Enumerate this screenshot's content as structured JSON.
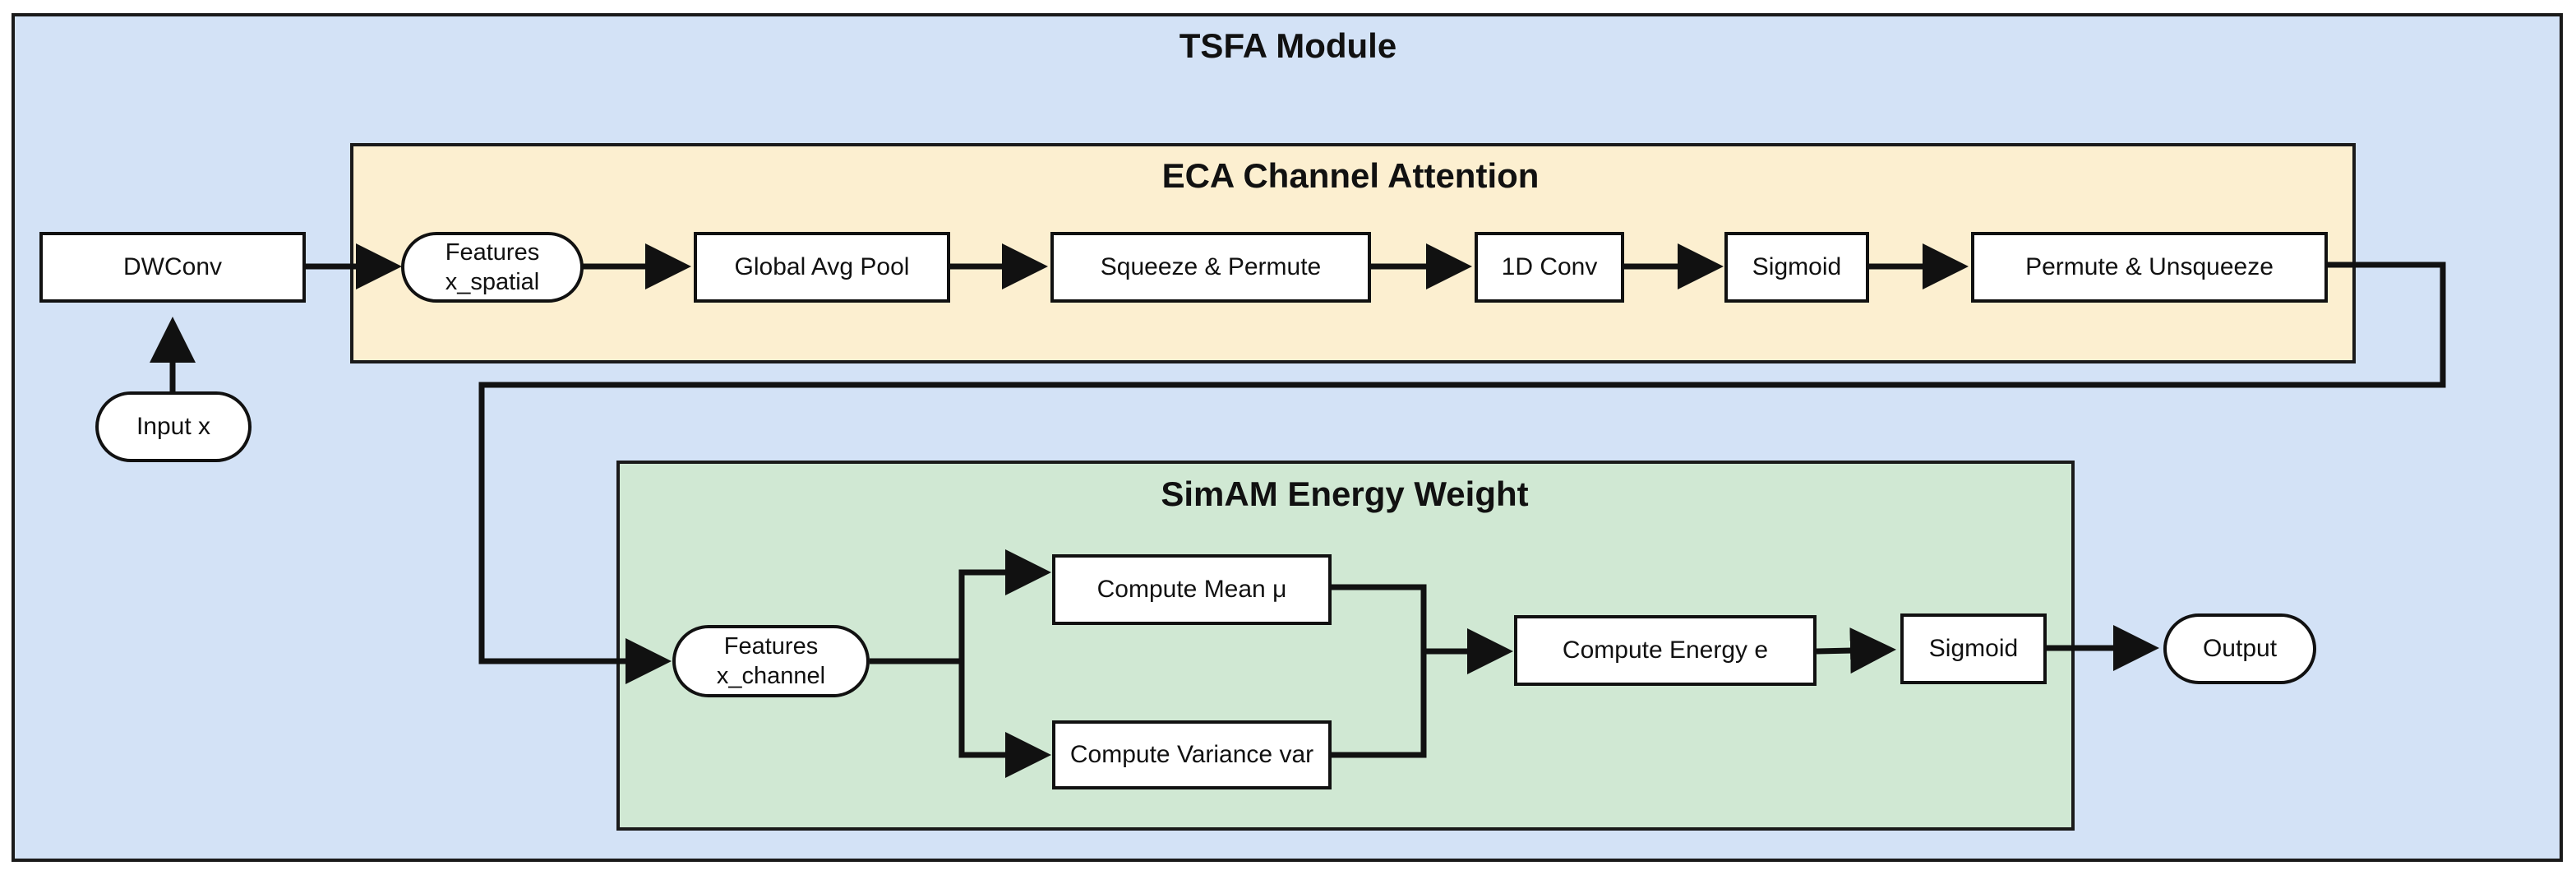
{
  "module": {
    "title": "TSFA Module",
    "fill": "#d3e2f6"
  },
  "eca": {
    "title": "ECA Channel Attention",
    "fill": "#fcefd0",
    "nodes": {
      "dwconv": "DWConv",
      "features": "Features\nx_spatial",
      "gap": "Global Avg Pool",
      "squeeze": "Squeeze & Permute",
      "conv1d": "1D Conv",
      "sigmoid": "Sigmoid",
      "unsqueeze": "Permute & Unsqueeze"
    }
  },
  "input": "Input x",
  "simam": {
    "title": "SimAM Energy Weight",
    "fill": "#d0e8d3",
    "nodes": {
      "features": "Features\nx_channel",
      "mean": "Compute Mean μ",
      "variance": "Compute Variance var",
      "energy": "Compute Energy e",
      "sigmoid": "Sigmoid"
    }
  },
  "output": "Output"
}
